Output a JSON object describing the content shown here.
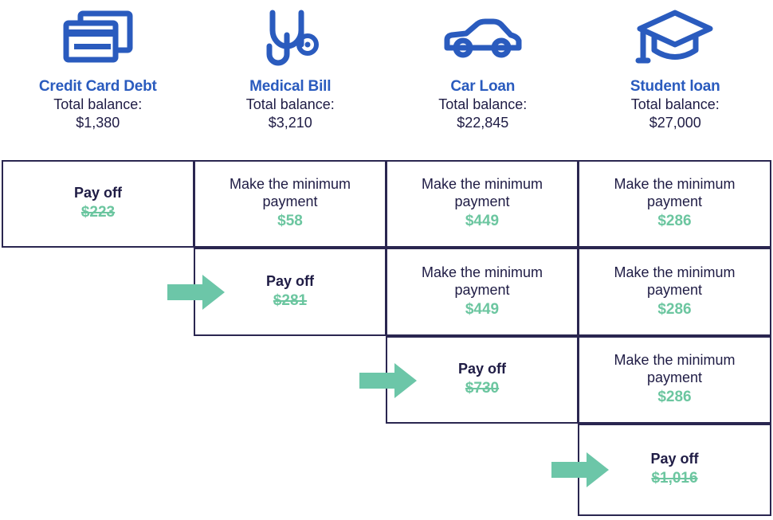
{
  "colors": {
    "title_blue": "#2A5BBE",
    "ink_navy": "#1F1C45",
    "border_navy": "#2A2650",
    "accent_green": "#6CC6A0",
    "arrow_green": "#6CC6A8",
    "background": "#FFFFFF"
  },
  "debts": [
    {
      "icon": "credit-card-icon",
      "name": "Credit Card Debt",
      "balance_label": "Total balance:",
      "balance": "$1,380"
    },
    {
      "icon": "stethoscope-icon",
      "name": "Medical Bill",
      "balance_label": "Total balance:",
      "balance": "$3,210"
    },
    {
      "icon": "car-icon",
      "name": "Car Loan",
      "balance_label": "Total balance:",
      "balance": "$22,845"
    },
    {
      "icon": "graduation-cap-icon",
      "name": "Student loan",
      "balance_label": "Total balance:",
      "balance": "$27,000"
    }
  ],
  "rows": [
    {
      "arrow": false,
      "cells": [
        {
          "column": 0,
          "action": "Pay off",
          "payoff": true,
          "amount": "$223",
          "struck": true
        },
        {
          "column": 1,
          "action": "Make the minimum payment",
          "payoff": false,
          "amount": "$58",
          "struck": false
        },
        {
          "column": 2,
          "action": "Make the minimum payment",
          "payoff": false,
          "amount": "$449",
          "struck": false
        },
        {
          "column": 3,
          "action": "Make the minimum payment",
          "payoff": false,
          "amount": "$286",
          "struck": false
        }
      ]
    },
    {
      "arrow": true,
      "cells": [
        {
          "column": 1,
          "action": "Pay off",
          "payoff": true,
          "amount": "$281",
          "struck": true
        },
        {
          "column": 2,
          "action": "Make the minimum payment",
          "payoff": false,
          "amount": "$449",
          "struck": false
        },
        {
          "column": 3,
          "action": "Make the minimum payment",
          "payoff": false,
          "amount": "$286",
          "struck": false
        }
      ]
    },
    {
      "arrow": true,
      "cells": [
        {
          "column": 2,
          "action": "Pay off",
          "payoff": true,
          "amount": "$730",
          "struck": true
        },
        {
          "column": 3,
          "action": "Make the minimum payment",
          "payoff": false,
          "amount": "$286",
          "struck": false
        }
      ]
    },
    {
      "arrow": true,
      "cells": [
        {
          "column": 3,
          "action": "Pay off",
          "payoff": true,
          "amount": "$1,016",
          "struck": true
        }
      ]
    }
  ],
  "chart_data": {
    "type": "table",
    "title": "Debt snowball payment schedule",
    "columns": [
      "Credit Card Debt",
      "Medical Bill",
      "Car Loan",
      "Student loan"
    ],
    "column_balances": [
      "$1,380",
      "$3,210",
      "$22,845",
      "$27,000"
    ],
    "rows": [
      {
        "stage": 1,
        "Credit Card Debt": "Pay off $223",
        "Medical Bill": "Make the minimum payment $58",
        "Car Loan": "Make the minimum payment $449",
        "Student loan": "Make the minimum payment $286"
      },
      {
        "stage": 2,
        "Credit Card Debt": "",
        "Medical Bill": "Pay off $281",
        "Car Loan": "Make the minimum payment $449",
        "Student loan": "Make the minimum payment $286"
      },
      {
        "stage": 3,
        "Credit Card Debt": "",
        "Medical Bill": "",
        "Car Loan": "Pay off $730",
        "Student loan": "Make the minimum payment $286"
      },
      {
        "stage": 4,
        "Credit Card Debt": "",
        "Medical Bill": "",
        "Car Loan": "",
        "Student loan": "Pay off $1,016"
      }
    ]
  }
}
